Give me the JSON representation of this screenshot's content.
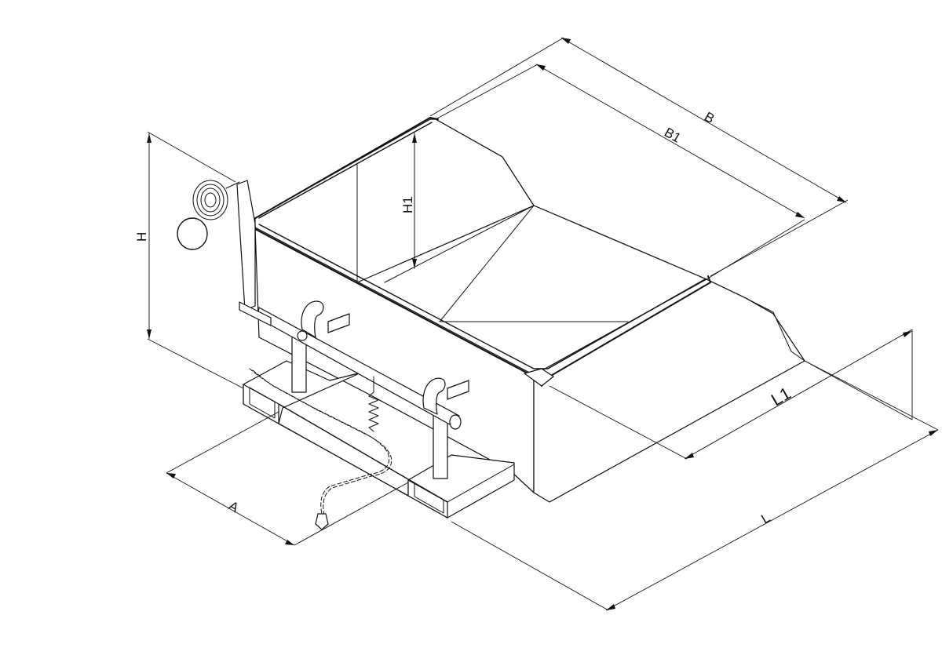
{
  "dimensions": {
    "B": "B",
    "B1": "B1",
    "H": "H",
    "H1": "H1",
    "L": "L",
    "L1": "L1",
    "A": "A"
  },
  "colors": {
    "line": "#111111",
    "background": "#ffffff"
  }
}
